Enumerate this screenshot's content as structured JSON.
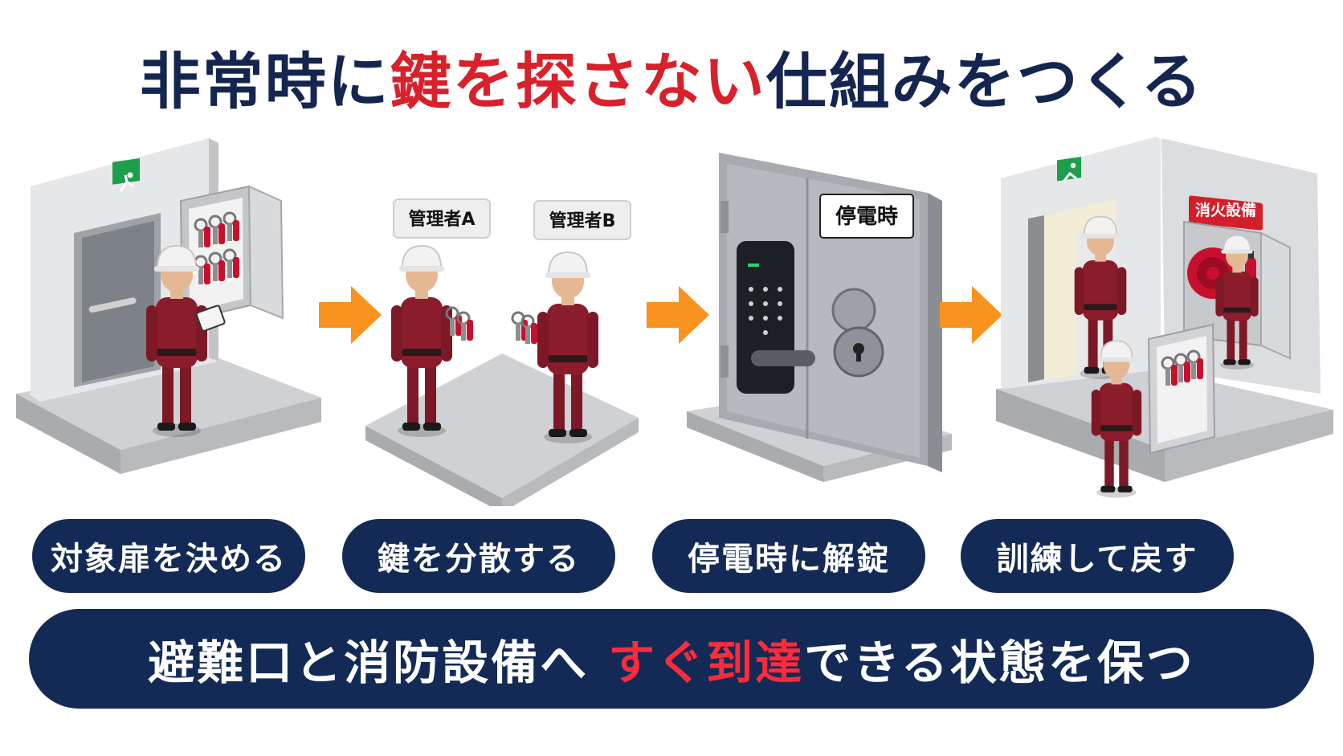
{
  "title": {
    "part1": "非常時に",
    "part2": "鍵を探さない",
    "part3": "仕組みをつくる"
  },
  "steps": [
    {
      "label": "対象扉を決める"
    },
    {
      "label": "鍵を分散する"
    },
    {
      "label": "停電時に解錠"
    },
    {
      "label": "訓練して戻す"
    }
  ],
  "tags": {
    "manager_a": "管理者A",
    "manager_b": "管理者B",
    "power_outage": "停電時",
    "fire_equipment": "消火設備"
  },
  "bottom": {
    "part1": "避難口と消防設備へ",
    "part2": "すぐ到達",
    "part3": "できる状態を保つ"
  },
  "colors": {
    "navy": "#132a56",
    "red": "#d8212a",
    "arrow": "#f7931e",
    "uniform": "#8b1c2b",
    "exit_sign": "#1e9e4a"
  },
  "icons": [
    "exit-sign-icon",
    "key-box-icon",
    "worker-icon",
    "key-icon",
    "smart-lock-icon",
    "keyhole-icon",
    "fire-hose-icon",
    "extinguisher-icon",
    "arrow-right-icon"
  ]
}
